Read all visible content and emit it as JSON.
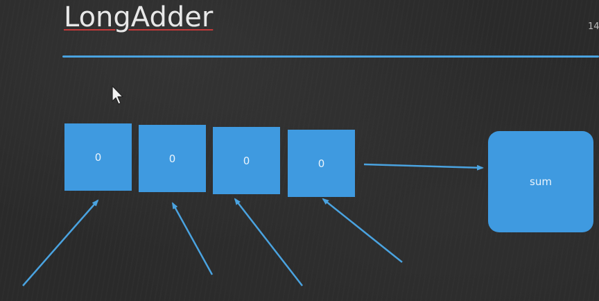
{
  "slide": {
    "title": "LongAdder",
    "page_number": "14"
  },
  "cells": [
    {
      "label": "0"
    },
    {
      "label": "0"
    },
    {
      "label": "0"
    },
    {
      "label": "0"
    }
  ],
  "sum": {
    "label": "sum"
  },
  "colors": {
    "accent": "#3f9ae0",
    "rule": "#4aa3e0",
    "title_underline": "#c43a3a",
    "background": "#2a2a2a"
  }
}
